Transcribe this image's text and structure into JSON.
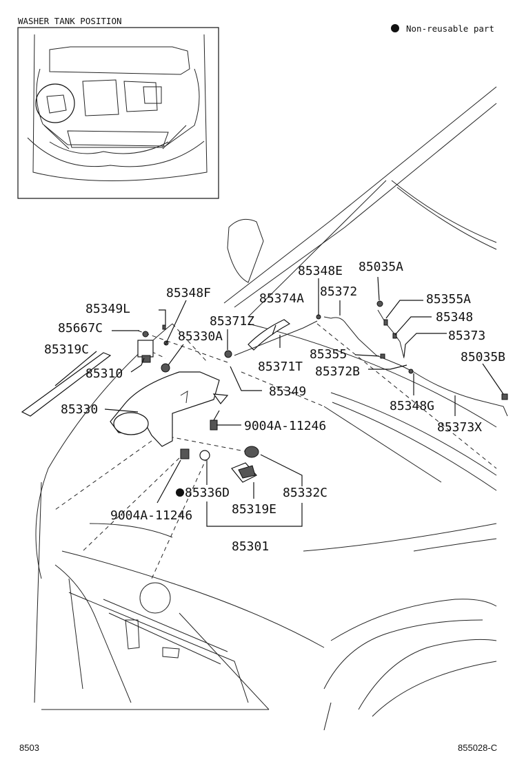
{
  "inset": {
    "title": "WASHER TANK POSITION"
  },
  "legend": {
    "text": "Non-reusable part"
  },
  "parts": {
    "p85348F": "85348F",
    "p85349L": "85349L",
    "p85667C": "85667C",
    "p85319C": "85319C",
    "p85330A": "85330A",
    "p85310": "85310",
    "p85330": "85330",
    "p85371Z": "85371Z",
    "p85374A": "85374A",
    "p85348E": "85348E",
    "p85372": "85372",
    "p85035A": "85035A",
    "p85355A": "85355A",
    "p85348": "85348",
    "p85373": "85373",
    "p85355": "85355",
    "p85371T": "85371T",
    "p85372B": "85372B",
    "p85035B": "85035B",
    "p85349": "85349",
    "p85348G": "85348G",
    "p85373X": "85373X",
    "p9004A_a": "9004A-11246",
    "p85336D": "85336D",
    "p85332C": "85332C",
    "p85319E": "85319E",
    "p9004A_b": "9004A-11246",
    "p85301": "85301"
  },
  "footer": {
    "left_code": "8503",
    "right_code": "855028-C"
  }
}
